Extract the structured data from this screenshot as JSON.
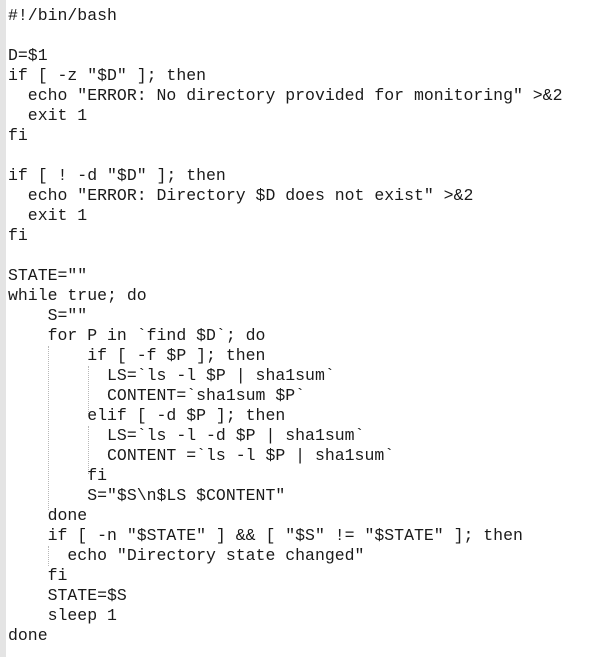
{
  "editor": {
    "lines": [
      "#!/bin/bash",
      "",
      "D=$1",
      "if [ -z \"$D\" ]; then",
      "  echo \"ERROR: No directory provided for monitoring\" >&2",
      "  exit 1",
      "fi",
      "",
      "if [ ! -d \"$D\" ]; then",
      "  echo \"ERROR: Directory $D does not exist\" >&2",
      "  exit 1",
      "fi",
      "",
      "STATE=\"\"",
      "while true; do",
      "    S=\"\"",
      "    for P in `find $D`; do",
      "        if [ -f $P ]; then",
      "          LS=`ls -l $P | sha1sum`",
      "          CONTENT=`sha1sum $P`",
      "        elif [ -d $P ]; then",
      "          LS=`ls -l -d $P | sha1sum`",
      "          CONTENT =`ls -l $P | sha1sum`",
      "        fi",
      "        S=\"$S\\n$LS $CONTENT\"",
      "    done",
      "    if [ -n \"$STATE\" ] && [ \"$S\" != \"$STATE\" ]; then",
      "      echo \"Directory state changed\"",
      "    fi",
      "    STATE=$S",
      "    sleep 1",
      "done"
    ]
  }
}
